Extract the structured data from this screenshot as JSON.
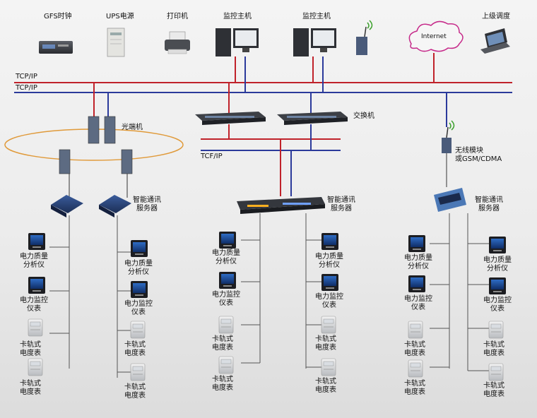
{
  "colors": {
    "red_line": "#c0222a",
    "blue_line": "#2b3a9b",
    "ring": "#e09a3a",
    "bus_line": "#333333",
    "cloud": "#c62a8a"
  },
  "top_devices": {
    "gfs_clock": "GFS时钟",
    "ups_power": "UPS电源",
    "printer": "打印机",
    "monitor_host_1": "监控主机",
    "monitor_host_2": "监控主机",
    "internet": "Internet",
    "upper_dispatch": "上级调度"
  },
  "network": {
    "tcpip_1": "TCP/IP",
    "tcpip_2": "TCP/IP",
    "optical_terminal": "光端机",
    "switch": "交换机",
    "tcpip_lower": "TCF/IP",
    "wireless_module": "无线模块\n或GSM/CDMA"
  },
  "servers": {
    "left": "智能通讯\n服务器",
    "middle": "智能通讯\n服务器",
    "right": "智能通讯\n服务器"
  },
  "meters": {
    "col1": [
      "电力质量\n分析仪",
      "电力监控\n仪表",
      "卡轨式\n电度表",
      "卡轨式\n电度表"
    ],
    "col2": [
      "电力质量\n分析仪",
      "电力监控\n仪表",
      "卡轨式\n电度表",
      "卡轨式\n电度表"
    ],
    "col3": [
      "电力质量\n分析仪",
      "电力监控\n仪表",
      "卡轨式\n电度表",
      "卡轨式\n电度表"
    ],
    "col4": [
      "电力质量\n分析仪",
      "电力监控\n仪表",
      "卡轨式\n电度表",
      "卡轨式\n电度表"
    ],
    "col5": [
      "电力质量\n分析仪",
      "电力监控\n仪表",
      "卡轨式\n电度表",
      "卡轨式\n电度表"
    ],
    "col6": [
      "电力质量\n分析仪",
      "电力监控\n仪表",
      "卡轨式\n电度表",
      "卡轨式\n电度表"
    ]
  }
}
